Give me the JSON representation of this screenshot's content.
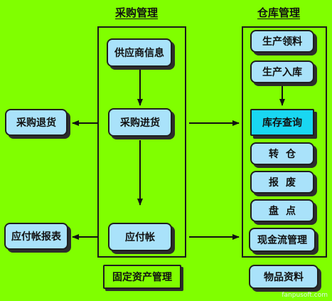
{
  "purchase": {
    "title": "采购管理",
    "supplier_info": "供应商信息",
    "purchase_in": "采购进货",
    "payable": "应付帐"
  },
  "left": {
    "purchase_return": "采购退货",
    "payable_report": "应付帐报表"
  },
  "warehouse": {
    "title": "仓库管理",
    "production_pick": "生产领料",
    "production_in": "生产入库",
    "stock_query": "库存查询",
    "transfer": "转仓",
    "scrap": "报废",
    "inventory": "盘点",
    "cashflow": "现金流管理"
  },
  "bottom": {
    "fixed_assets": "固定资产管理",
    "materials": "物品资料"
  },
  "watermark": "fanpusoft.com"
}
